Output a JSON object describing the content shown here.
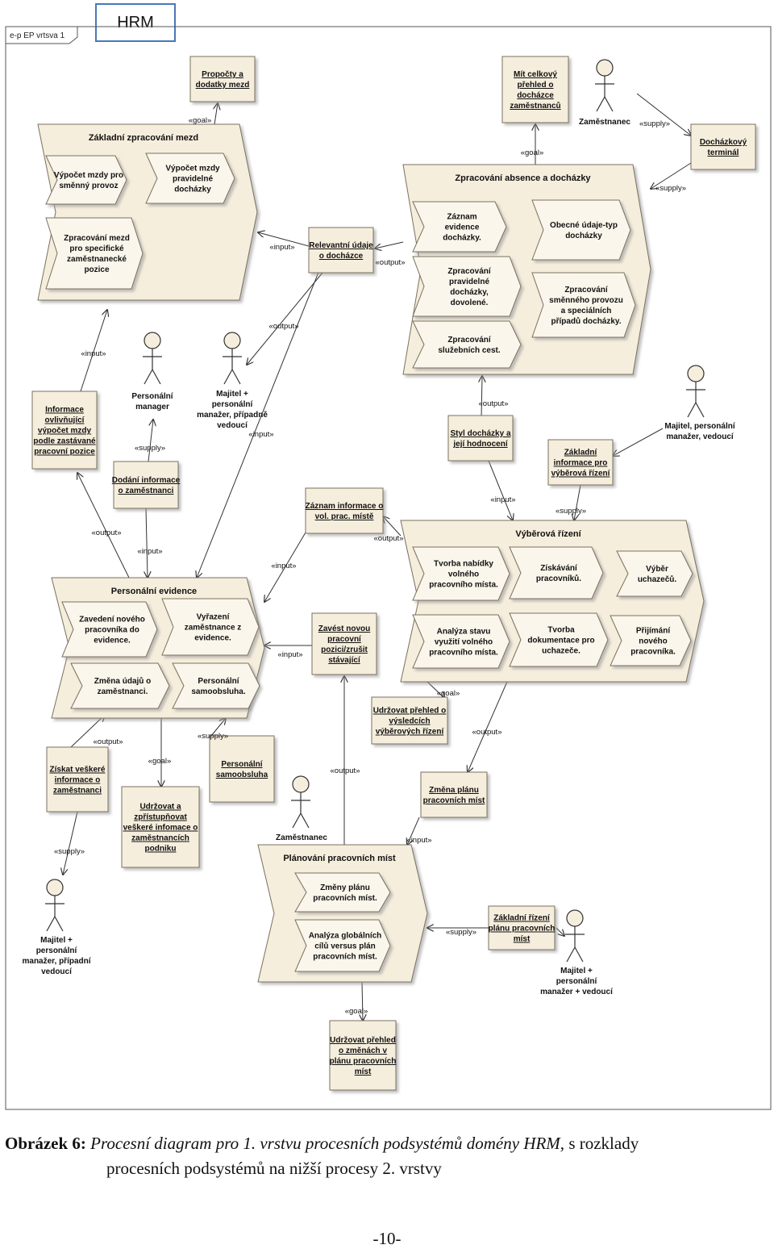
{
  "tab_label": "HRM",
  "frame_label": "e-p EP vrtsva 1",
  "caption": {
    "label": "Obrázek 6:",
    "italic": "Procesní diagram pro 1. vrstvu procesních podsystémů domény HRM,",
    "rest": " s rozklady",
    "line2": "procesních podsystémů na nižší procesy 2. vrstvy"
  },
  "page_number": "-10-",
  "processes": [
    {
      "id": "zakladni",
      "title": "Základní zpracování mezd",
      "subs": [
        [
          "Výpočet mzdy pro",
          "směnný provoz"
        ],
        [
          "Výpočet mzdy",
          "pravidelné",
          "docházky"
        ],
        [
          "Zpracování mezd",
          "pro specifické",
          "zaměstnanecké",
          "pozice"
        ]
      ]
    },
    {
      "id": "absence",
      "title": "Zpracování absence a docházky",
      "subs": [
        [
          "Záznam",
          "evidence",
          "docházky."
        ],
        [
          "Obecné údaje-typ",
          "docházky"
        ],
        [
          "Zpracování",
          "pravidelné",
          "docházky,",
          "dovolené."
        ],
        [
          "Zpracování",
          "směnného provozu",
          "a speciálních",
          "případů docházky."
        ],
        [
          "Zpracování",
          "služebních cest."
        ]
      ]
    },
    {
      "id": "vyber",
      "title": "Výběrová řízení",
      "subs": [
        [
          "Tvorba nabídky",
          "volného",
          "pracovního místa."
        ],
        [
          "Získávání",
          "pracovníků."
        ],
        [
          "Výběr",
          "uchazečů."
        ],
        [
          "Analýza stavu",
          "využití volného",
          "pracovního místa."
        ],
        [
          "Tvorba",
          "dokumentace pro",
          "uchazeče."
        ],
        [
          "Přijímání",
          "nového",
          "pracovníka."
        ]
      ]
    },
    {
      "id": "evidence",
      "title": "Personální evidence",
      "subs": [
        [
          "Zavedení nového",
          "pracovníka do",
          "evidence."
        ],
        [
          "Vyřazení",
          "zaměstnance z",
          "evidence."
        ],
        [
          "Změna údajů o",
          "zaměstnanci."
        ],
        [
          "Personální",
          "samoobsluha."
        ]
      ]
    },
    {
      "id": "planovani",
      "title": "Plánování pracovních míst",
      "subs": [
        [
          "Změny plánu",
          "pracovních míst."
        ],
        [
          "Analýza globálních",
          "cílů versus plán",
          "pracovních míst."
        ]
      ]
    }
  ],
  "objects": [
    [
      "Propočty a",
      "dodatky mezd"
    ],
    [
      "Mít celkový",
      "přehled o",
      "docházce",
      "zaměstnanců"
    ],
    [
      "Docházkový",
      "terminál"
    ],
    [
      "Relevantní údaje",
      "o docházce"
    ],
    [
      "Informace",
      "ovlivňující",
      "výpočet mzdy",
      "podle zastávané",
      "pracovní pozice"
    ],
    [
      "Dodání informace",
      "o zaměstnanci"
    ],
    [
      "Styl docházky a",
      "její hodnocení"
    ],
    [
      "Základní",
      "informace pro",
      "výběrová řízení"
    ],
    [
      "Záznam informace o",
      "vol. prac. místě"
    ],
    [
      "Zavést novou",
      "pracovní",
      "pozici/zrušit",
      "stávající"
    ],
    [
      "Udržovat přehled o",
      "výsledcích",
      "výběrových řízení"
    ],
    [
      "Získat veškeré",
      "informace o",
      "zaměstnanci"
    ],
    [
      "Udržovat a",
      "zpřístupňovat",
      "veškeré infomace o",
      "zaměstnancích",
      "podniku"
    ],
    [
      "Personální",
      "samoobsluha"
    ],
    [
      "Změna plánu",
      "pracovních míst"
    ],
    [
      "Základní řízení",
      "plánu pracovních",
      "míst"
    ],
    [
      "Udržovat přehled",
      "o změnách v",
      "plánu pracovních",
      "míst"
    ]
  ],
  "actors": [
    [
      "Zaměstnanec"
    ],
    [
      "Personální",
      "manager"
    ],
    [
      "Majitel +",
      "personální",
      "manažer, případně",
      "vedoucí"
    ],
    [
      "Majitel, personální",
      "manažer, vedoucí"
    ],
    [
      "Zaměstnanec"
    ],
    [
      "Majitel +",
      "personální",
      "manažer, případní",
      "vedoucí"
    ],
    [
      "Majitel +",
      "personální",
      "manažer + vedoucí"
    ]
  ],
  "stereotypes": {
    "goal": "«goal»",
    "input": "«input»",
    "output": "«output»",
    "supply": "«supply»"
  }
}
